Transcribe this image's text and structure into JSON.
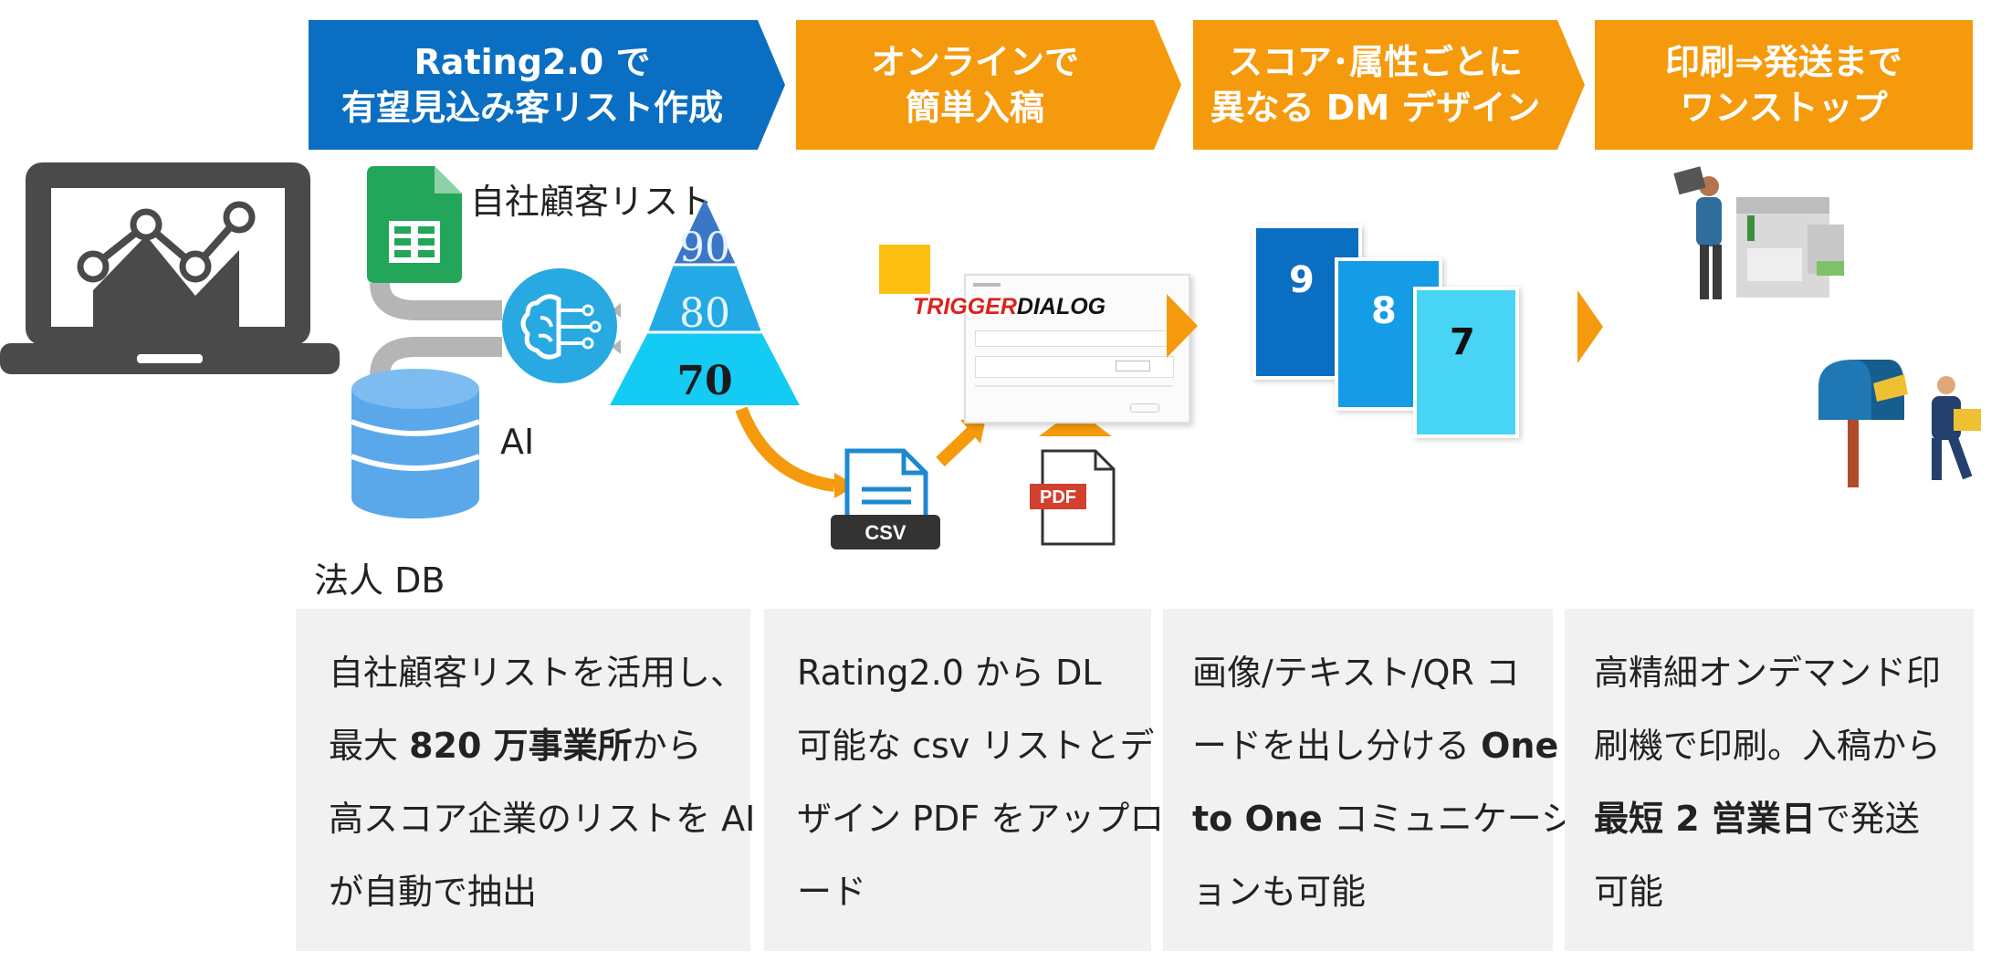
{
  "steps": [
    {
      "line1": "Rating2.0 で",
      "line2": "有望見込み客リスト作成",
      "color": "#0a6fc2"
    },
    {
      "line1": "オンラインで",
      "line2": "簡単入稿",
      "color": "#f59a0c"
    },
    {
      "line1": "スコア･属性ごとに",
      "line2": "異なる DM デザイン",
      "color": "#f59a0c"
    },
    {
      "line1": "印刷⇒発送まで",
      "line2": "ワンストップ",
      "color": "#f59a0c"
    }
  ],
  "labels": {
    "customer_list": "自社顧客リスト",
    "ai": "AI",
    "corp_db": "法人 DB",
    "csv": "CSV",
    "pdf": "PDF",
    "trigger": "TRIGGER",
    "dialog": "DIALOG"
  },
  "pyramid": [
    "90",
    "80",
    "70"
  ],
  "dm_cards": [
    "9",
    "8",
    "7"
  ],
  "panels": [
    {
      "l1": "自社顧客リストを活用し、",
      "l2a": "最大 ",
      "l2b": "820 万事業所",
      "l2c": "から",
      "l3": "高スコア企業のリストを AI",
      "l4": "が自動で抽出"
    },
    {
      "l1": "Rating2.0 から DL",
      "l2": "可能な csv リストとデ",
      "l3": "ザイン PDF をアップロ",
      "l4": "ード"
    },
    {
      "l1": "画像/テキスト/QR コ",
      "l2a": "ードを出し分ける ",
      "l2b": "One",
      "l3a": "to One",
      "l3b": " コミュニケーシ",
      "l4": "ョンも可能"
    },
    {
      "l1": "高精細オンデマンド印",
      "l2": "刷機で印刷。入稿から",
      "l3a": "最短 2 営業日",
      "l3b": "で発送",
      "l4": "可能"
    }
  ],
  "colors": {
    "blue": "#0a6fc2",
    "orange": "#f59a0c",
    "panel": "#f1f1f1",
    "icon_gray": "#4a4a4a"
  }
}
